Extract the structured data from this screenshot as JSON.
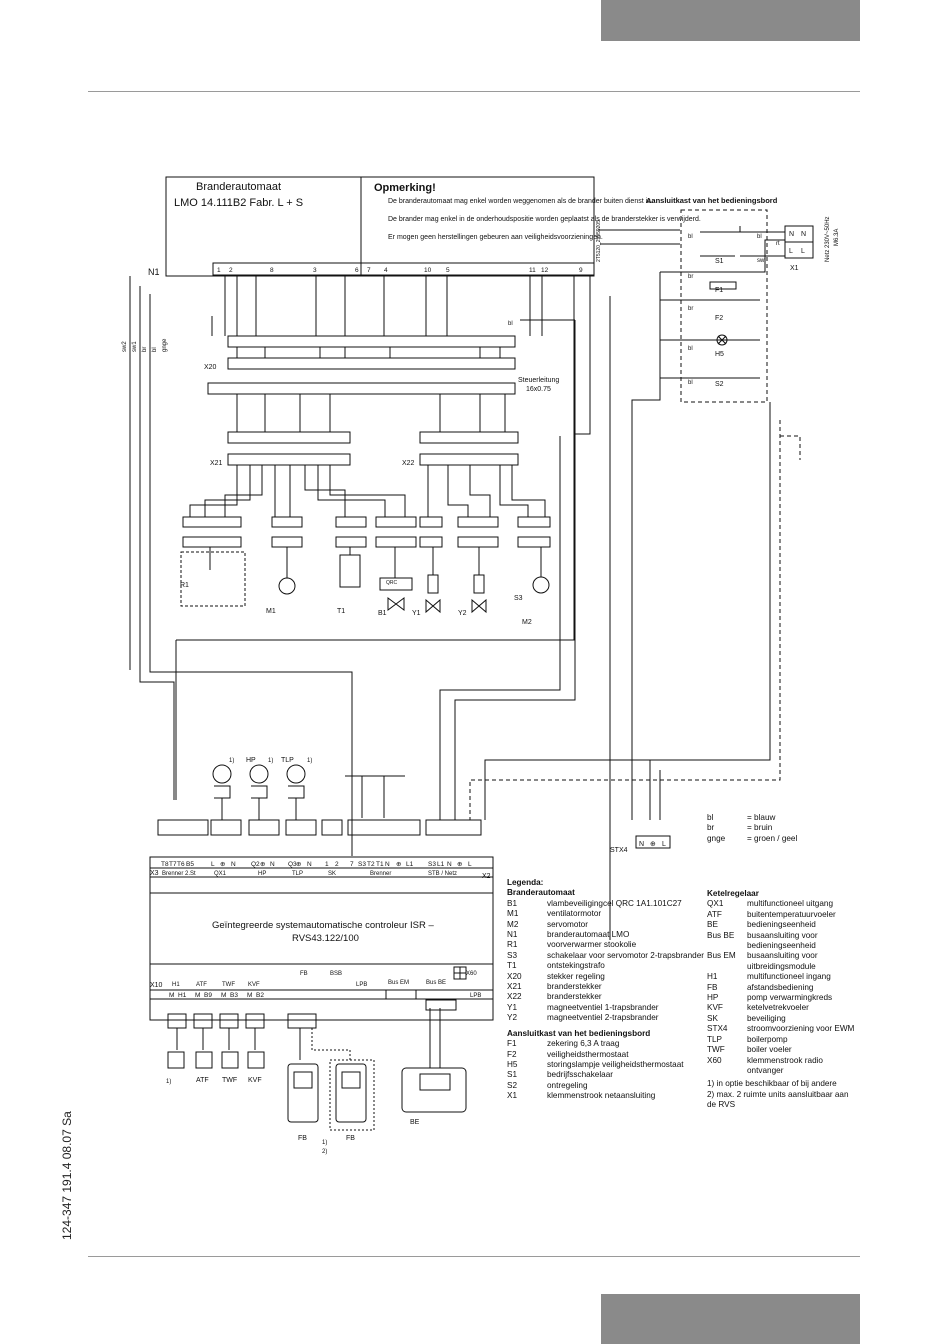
{
  "page": {
    "side_ref": "124-347 191.4 08.07 Sa"
  },
  "burner": {
    "title1": "Branderautomaat",
    "title2": "LMO 14.111B2 Fabr. L + S",
    "remark_title": "Opmerking!",
    "remarks": [
      "De branderautomaat mag enkel worden weggenomen als de brander buiten dienst is.",
      "De brander mag enkel in de onderhoudspositie worden geplaatst als de branderstekker is verwijderd.",
      "Er mogen geen herstellingen gebeuren aan veiligheidsvoorzieningen."
    ],
    "code": "2T5120_29959205",
    "n1": "N1",
    "n1_terminals": [
      "1",
      "2",
      "8",
      "3",
      "6",
      "7",
      "4",
      "10",
      "5",
      "11",
      "12",
      "9"
    ],
    "x20": "X20",
    "x21": "X21",
    "x22": "X22",
    "steuer1": "Steuerleitung",
    "steuer2": "16x0.75",
    "wire_labels": [
      "sw2",
      "sw1",
      "br",
      "bl",
      "gnge",
      "bl"
    ],
    "r1": "R1",
    "m1": "M1",
    "t1": "T1",
    "b1": "B1",
    "y1": "Y1",
    "y2": "Y2",
    "s3": "S3",
    "m2": "M2",
    "qrc": "QRC"
  },
  "panel": {
    "title": "Aansluitkast van het bedieningsbord",
    "f1": "F1",
    "f2": "F2",
    "h5": "H5",
    "s1": "S1",
    "s2": "S2",
    "x1": "X1",
    "wires": [
      "bl",
      "bl",
      "br",
      "br",
      "bl",
      "bl",
      "sw",
      "rt"
    ],
    "net1": "Netz 230V~50Hz",
    "net2": "M6.3A",
    "nl": [
      "N",
      "N",
      "L",
      "L"
    ]
  },
  "controller": {
    "main_label": "Geïntegreerde systemautomatische controleur ISR –",
    "main_label2": "RVS43.122/100",
    "x3": "X3",
    "x2": "X2",
    "x10": "X10",
    "x60": "X60",
    "top_groups": [
      "Brenner 2.St",
      "QX1",
      "HP",
      "TLP",
      "SK",
      "Brenner",
      "STB / Netz"
    ],
    "top_pins": [
      "T8",
      "T7",
      "T6",
      "B5",
      "L",
      "⊕",
      "N",
      "Q2",
      "⊕",
      "N",
      "Q3",
      "⊕",
      "N",
      "1",
      "2",
      "7",
      "S3",
      "T2",
      "T1",
      "N",
      "⊕",
      "L1",
      "S3",
      "L1",
      "N",
      "⊕",
      "L"
    ],
    "bottom_groups": [
      "H1",
      "ATF",
      "TWF",
      "KVF",
      "FB",
      "BSB",
      "LPB",
      "Bus EM",
      "Bus BE",
      "LPB"
    ],
    "bottom_pins": [
      "M",
      "H1",
      "M",
      "B9",
      "M",
      "B3",
      "M",
      "B2"
    ],
    "pumps": [
      {
        "label": "HP",
        "note": "1)"
      },
      {
        "label": "TLP",
        "note": "1)"
      },
      {
        "label": "",
        "note": "1)"
      }
    ],
    "stx4": "STX4",
    "stx4_pins": [
      "N",
      "⊕",
      "L"
    ],
    "under": [
      "ATF",
      "TWF",
      "KVF",
      "FB",
      "FB",
      "BE",
      "1)",
      "1)",
      "2)"
    ]
  },
  "legend_colors": [
    {
      "code": "bl",
      "desc": "= blauw"
    },
    {
      "code": "br",
      "desc": "= bruin"
    },
    {
      "code": "gnge",
      "desc": "= groen / geel"
    }
  ],
  "legend": {
    "title": "Legenda:",
    "sec1": "Branderautomaat",
    "items1": [
      {
        "c": "B1",
        "d": "vlambeveiligingcel QRC 1A1.101C27"
      },
      {
        "c": "M1",
        "d": "ventilatormotor"
      },
      {
        "c": "M2",
        "d": "servomotor"
      },
      {
        "c": "N1",
        "d": "branderautomaat LMO"
      },
      {
        "c": "R1",
        "d": "voorverwarmer stookolie"
      },
      {
        "c": "S3",
        "d": "schakelaar voor servomotor 2-trapsbrander"
      },
      {
        "c": "T1",
        "d": "ontstekingstrafo"
      },
      {
        "c": "X20",
        "d": "stekker regeling"
      },
      {
        "c": "X21",
        "d": "branderstekker"
      },
      {
        "c": "X22",
        "d": "branderstekker"
      },
      {
        "c": "Y1",
        "d": "magneetventiel 1-trapsbrander"
      },
      {
        "c": "Y2",
        "d": "magneetventiel 2-trapsbrander"
      }
    ],
    "sec2": "Aansluitkast van het bedieningsbord",
    "items2": [
      {
        "c": "F1",
        "d": "zekering 6,3 A traag"
      },
      {
        "c": "F2",
        "d": "veiligheidsthermostaat"
      },
      {
        "c": "H5",
        "d": "storingslampje veiligheidsthermostaat"
      },
      {
        "c": "S1",
        "d": "bedrijfsschakelaar"
      },
      {
        "c": "S2",
        "d": "ontregeling"
      },
      {
        "c": "X1",
        "d": "klemmenstrook netaansluiting"
      }
    ],
    "sec3": "Ketelregelaar",
    "items3": [
      {
        "c": "QX1",
        "d": "multifunctioneel uitgang"
      },
      {
        "c": "ATF",
        "d": "buitentemperatuurvoeler"
      },
      {
        "c": "BE",
        "d": "bedieningseenheid"
      },
      {
        "c": "Bus BE",
        "d": "busaansluiting voor bedieningseenheid"
      },
      {
        "c": "Bus EM",
        "d": "busaansluiting voor uitbreidingsmodule"
      },
      {
        "c": "H1",
        "d": "multifunctioneel ingang"
      },
      {
        "c": "FB",
        "d": "afstandsbediening"
      },
      {
        "c": "HP",
        "d": "pomp verwarmingkreds"
      },
      {
        "c": "KVF",
        "d": "ketelvetrekvoeler"
      },
      {
        "c": "SK",
        "d": "beveiliging"
      },
      {
        "c": "STX4",
        "d": "stroomvoorziening voor EWM"
      },
      {
        "c": "TLP",
        "d": "boilerpomp"
      },
      {
        "c": "TWF",
        "d": "boiler voeler"
      },
      {
        "c": "X60",
        "d": "klemmenstrook radio ontvanger"
      }
    ],
    "notes": [
      "1)  in optie beschikbaar of bij andere",
      "2)  max. 2 ruimte units aansluitbaar aan de RVS"
    ]
  }
}
